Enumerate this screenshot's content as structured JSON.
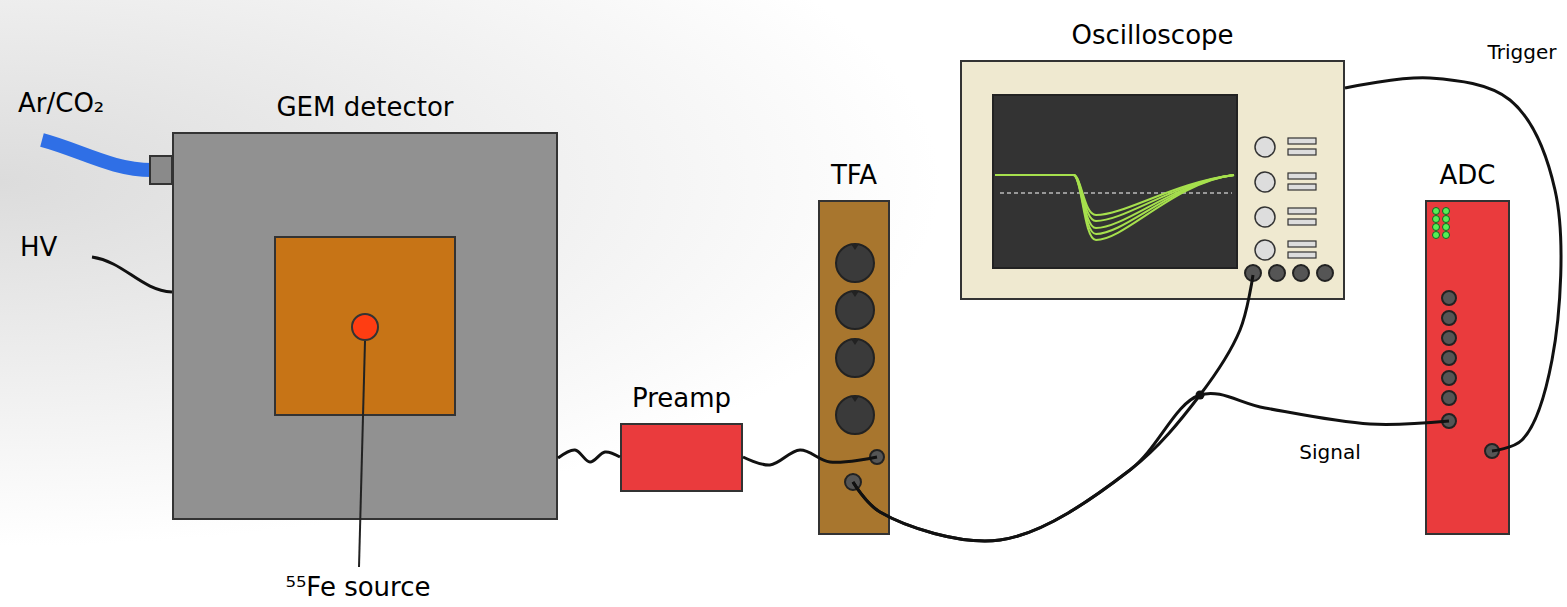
{
  "diagram": {
    "nodes": [
      {
        "text": [
          "GEM detector"
        ]
      },
      {
        "text": [
          "Preamp"
        ]
      },
      {
        "text": [
          "TFA"
        ]
      },
      {
        "text": [
          "Oscilloscope"
        ]
      },
      {
        "text": [
          "ADC"
        ]
      }
    ],
    "edges": [
      {
        "from": 0,
        "to": 1,
        "arrow": "none"
      },
      {
        "from": 1,
        "to": 2,
        "arrow": "none"
      },
      {
        "from": 2,
        "to": 3,
        "arrow": "none"
      },
      {
        "from": 2,
        "to": 4,
        "label": "Signal",
        "arrow": "none"
      },
      {
        "from": 3,
        "to": 4,
        "label": "Trigger",
        "arrow": "none"
      }
    ],
    "labels": [
      "Ar/CO₂",
      "HV",
      "⁵⁵Fe source"
    ]
  }
}
